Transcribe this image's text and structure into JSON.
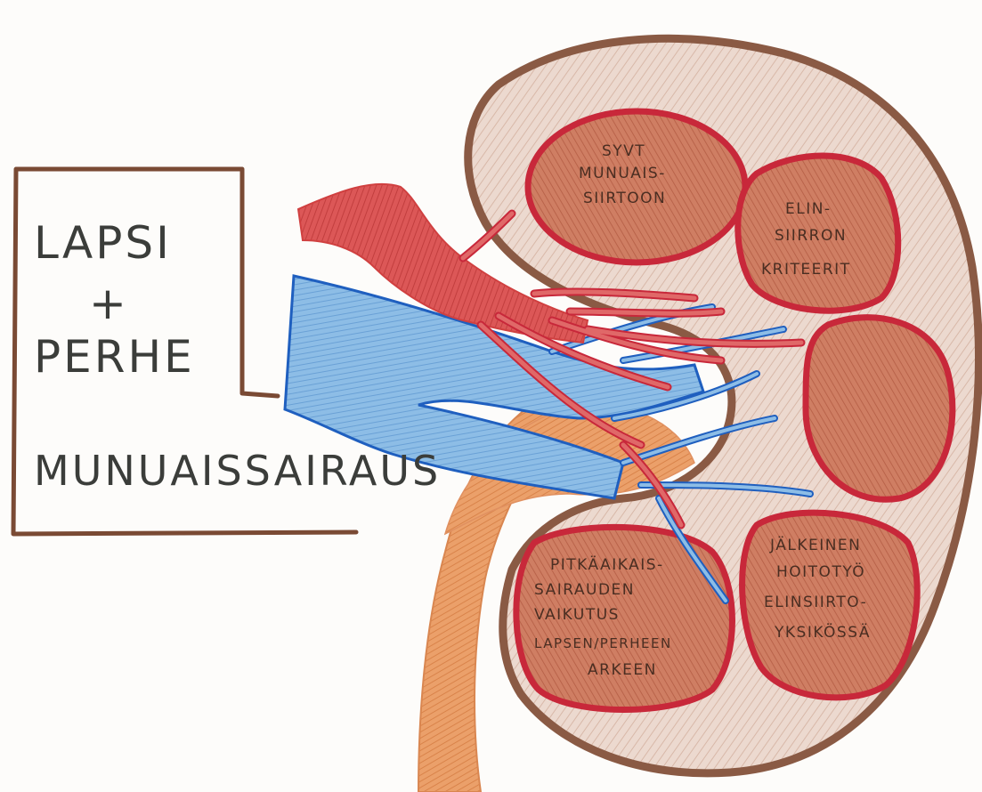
{
  "box": {
    "line1": "LAPSI",
    "line2": "+",
    "line3": "PERHE",
    "subtitle": "MUNUAISSAIRAUS"
  },
  "chambers": {
    "top_left": [
      "SYVT",
      "MUNUAIS-",
      "SIIRTOON"
    ],
    "top_right": [
      "ELIN-",
      "SIIRRON",
      "KRITEERIT"
    ],
    "middle_right": [],
    "bottom_left": [
      "PITKÄAIKAIS-",
      "SAIRAUDEN",
      "VAIKUTUS",
      "LAPSEN/PERHEEN",
      "ARKEEN"
    ],
    "bottom_right": [
      "JÄLKEINEN",
      "HOITOTYÖ",
      "ELINSIIRTO-",
      "YKSIKÖSSÄ"
    ]
  },
  "colors": {
    "kidney_outline": "#8a5a44",
    "kidney_fill": "#e9d3c8",
    "chamber_fill": "#c9735a",
    "chamber_outline": "#c8283a",
    "artery": "#d64a4a",
    "vein": "#6fa3d8",
    "vein_outline": "#1f5fbf",
    "ureter": "#e3965a",
    "box_border": "#7a4a34"
  }
}
